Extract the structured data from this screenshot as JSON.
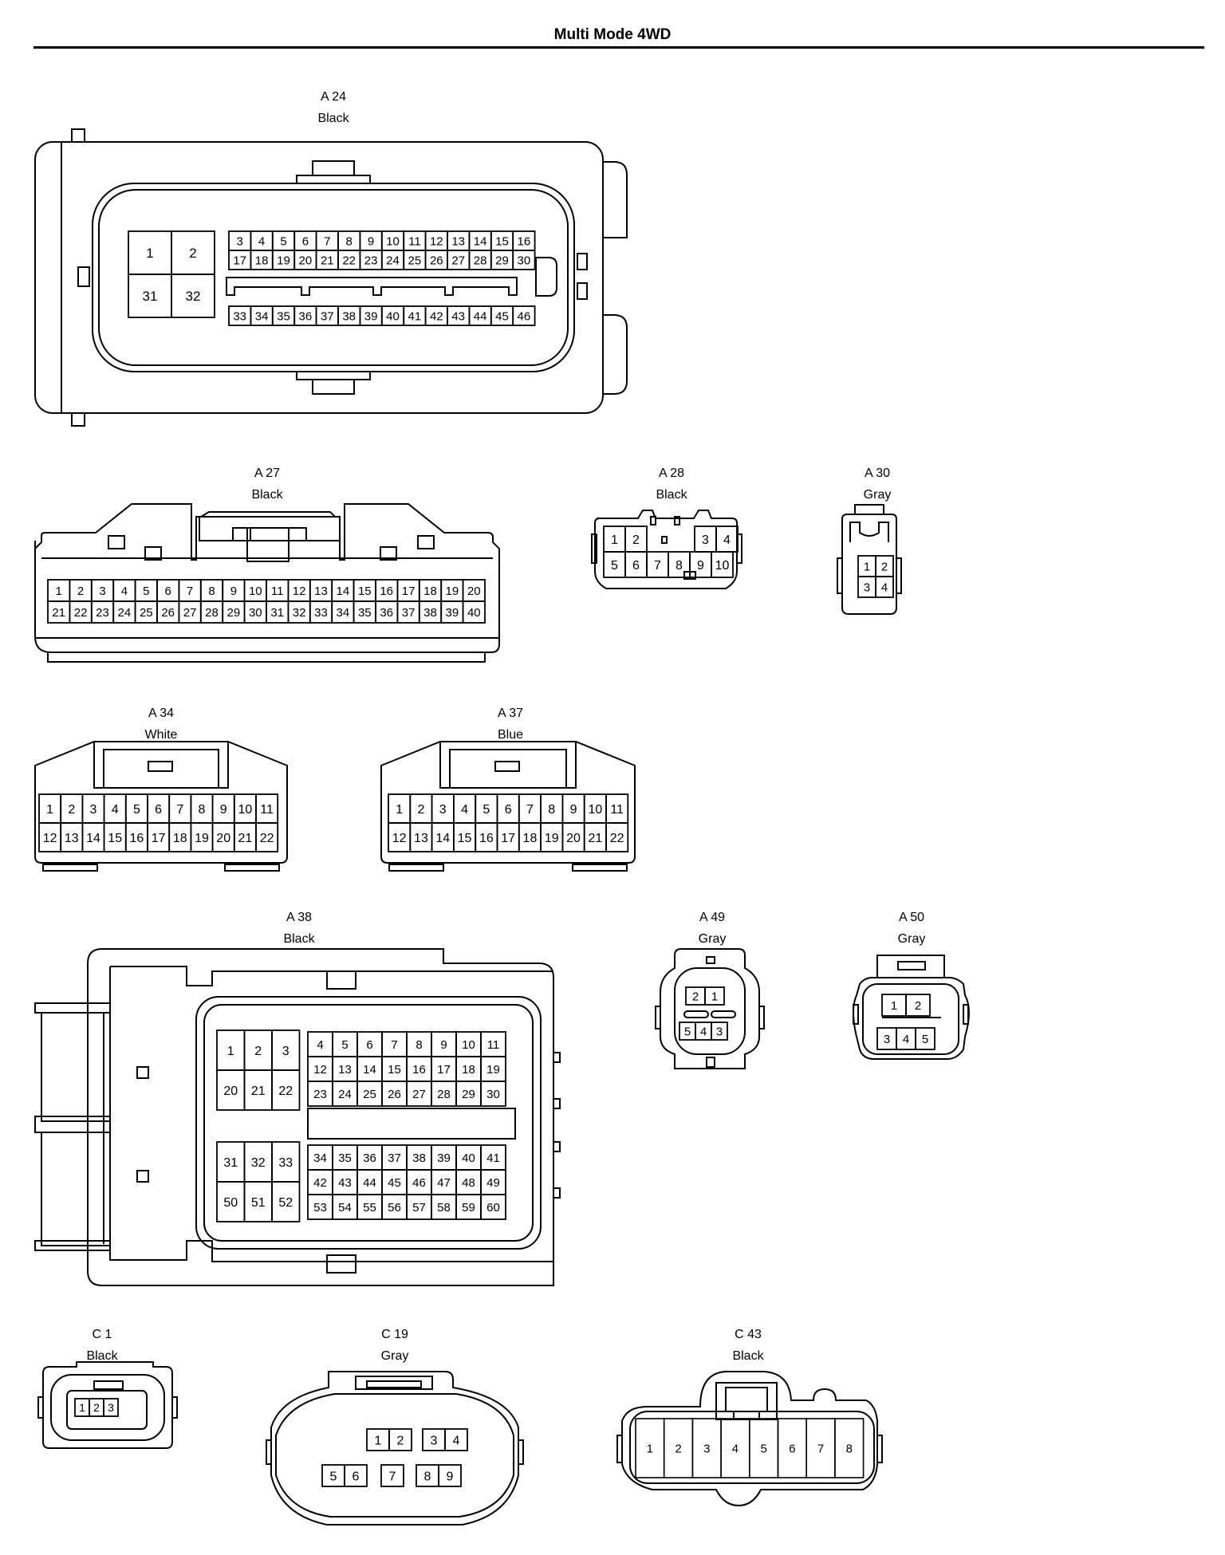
{
  "title": "Multi Mode 4WD",
  "connectors": [
    {
      "id": "A24",
      "code": "A 24",
      "color": "Black",
      "blocks": [
        {
          "rows": [
            [
              "1",
              "2"
            ],
            [
              "31",
              "32"
            ]
          ]
        },
        {
          "rows": [
            [
              "3",
              "4",
              "5",
              "6",
              "7",
              "8",
              "9",
              "10",
              "11",
              "12",
              "13",
              "14",
              "15",
              "16"
            ],
            [
              "17",
              "18",
              "19",
              "20",
              "21",
              "22",
              "23",
              "24",
              "25",
              "26",
              "27",
              "28",
              "29",
              "30"
            ],
            [
              "33",
              "34",
              "35",
              "36",
              "37",
              "38",
              "39",
              "40",
              "41",
              "42",
              "43",
              "44",
              "45",
              "46"
            ]
          ]
        }
      ]
    },
    {
      "id": "A27",
      "code": "A 27",
      "color": "Black",
      "blocks": [
        {
          "rows": [
            [
              "1",
              "2",
              "3",
              "4",
              "5",
              "6",
              "7",
              "8",
              "9",
              "10",
              "11",
              "12",
              "13",
              "14",
              "15",
              "16",
              "17",
              "18",
              "19",
              "20"
            ],
            [
              "21",
              "22",
              "23",
              "24",
              "25",
              "26",
              "27",
              "28",
              "29",
              "30",
              "31",
              "32",
              "33",
              "34",
              "35",
              "36",
              "37",
              "38",
              "39",
              "40"
            ]
          ]
        }
      ]
    },
    {
      "id": "A28",
      "code": "A 28",
      "color": "Black",
      "blocks": [
        {
          "rows": [
            [
              "1",
              "2",
              "3",
              "4"
            ],
            [
              "5",
              "6",
              "7",
              "8",
              "9",
              "10"
            ]
          ]
        }
      ]
    },
    {
      "id": "A30",
      "code": "A 30",
      "color": "Gray",
      "blocks": [
        {
          "rows": [
            [
              "1",
              "2"
            ],
            [
              "3",
              "4"
            ]
          ]
        }
      ]
    },
    {
      "id": "A34",
      "code": "A 34",
      "color": "White",
      "blocks": [
        {
          "rows": [
            [
              "1",
              "2",
              "3",
              "4",
              "5",
              "6",
              "7",
              "8",
              "9",
              "10",
              "11"
            ],
            [
              "12",
              "13",
              "14",
              "15",
              "16",
              "17",
              "18",
              "19",
              "20",
              "21",
              "22"
            ]
          ]
        }
      ]
    },
    {
      "id": "A37",
      "code": "A 37",
      "color": "Blue",
      "blocks": [
        {
          "rows": [
            [
              "1",
              "2",
              "3",
              "4",
              "5",
              "6",
              "7",
              "8",
              "9",
              "10",
              "11"
            ],
            [
              "12",
              "13",
              "14",
              "15",
              "16",
              "17",
              "18",
              "19",
              "20",
              "21",
              "22"
            ]
          ]
        }
      ]
    },
    {
      "id": "A38",
      "code": "A 38",
      "color": "Black",
      "blocks": [
        {
          "rows": [
            [
              "1",
              "2",
              "3"
            ],
            [
              "20",
              "21",
              "22"
            ]
          ]
        },
        {
          "rows": [
            [
              "4",
              "5",
              "6",
              "7",
              "8",
              "9",
              "10",
              "11"
            ],
            [
              "12",
              "13",
              "14",
              "15",
              "16",
              "17",
              "18",
              "19"
            ],
            [
              "23",
              "24",
              "25",
              "26",
              "27",
              "28",
              "29",
              "30"
            ]
          ]
        },
        {
          "rows": [
            [
              "31",
              "32",
              "33"
            ],
            [
              "50",
              "51",
              "52"
            ]
          ]
        },
        {
          "rows": [
            [
              "34",
              "35",
              "36",
              "37",
              "38",
              "39",
              "40",
              "41"
            ],
            [
              "42",
              "43",
              "44",
              "45",
              "46",
              "47",
              "48",
              "49"
            ],
            [
              "53",
              "54",
              "55",
              "56",
              "57",
              "58",
              "59",
              "60"
            ]
          ]
        }
      ]
    },
    {
      "id": "A49",
      "code": "A 49",
      "color": "Gray",
      "blocks": [
        {
          "rows": [
            [
              "2",
              "1"
            ],
            [
              "5",
              "4",
              "3"
            ]
          ]
        }
      ]
    },
    {
      "id": "A50",
      "code": "A 50",
      "color": "Gray",
      "blocks": [
        {
          "rows": [
            [
              "1",
              "2"
            ],
            [
              "3",
              "4",
              "5"
            ]
          ]
        }
      ]
    },
    {
      "id": "C1",
      "code": "C 1",
      "color": "Black",
      "blocks": [
        {
          "rows": [
            [
              "1",
              "2",
              "3"
            ]
          ]
        }
      ]
    },
    {
      "id": "C19",
      "code": "C 19",
      "color": "Gray",
      "blocks": [
        {
          "rows": [
            [
              "1",
              "2"
            ],
            [
              "3",
              "4"
            ],
            [
              "5",
              "6"
            ],
            [
              "7"
            ],
            [
              "8",
              "9"
            ]
          ]
        }
      ]
    },
    {
      "id": "C43",
      "code": "C 43",
      "color": "Black",
      "blocks": [
        {
          "rows": [
            [
              "1",
              "2",
              "3",
              "4",
              "5",
              "6",
              "7",
              "8"
            ]
          ]
        }
      ]
    }
  ]
}
